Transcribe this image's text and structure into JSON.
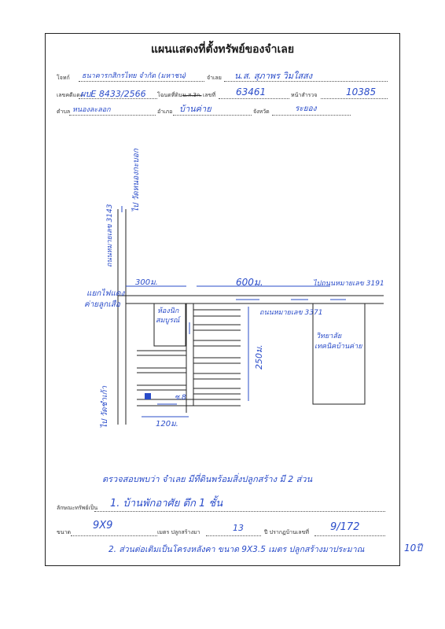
{
  "title": "แผนแสดงที่ตั้งทรัพย์ของจำเลย",
  "header": {
    "plaintiff_label": "โจทก์",
    "plaintiff_value": "ธนาคารกสิกรไทย จำกัด (มหาชน)",
    "defendant_label": "จำเลย",
    "defendant_value": "น.ส. สุภาพร วิมใสสง",
    "case_label": "เลขคดีแดง",
    "case_value": "ผบE 8433/2566",
    "deed_type_label": "โฉนดที่ดิน",
    "deed_type_struck": "น.ส.3ก.",
    "deed_no_label": "เลขที่",
    "deed_no_value": "63461",
    "survey_page_label": "หน้าสำรวจ",
    "survey_page_value": "10385",
    "subdistrict_label": "ตำบล",
    "subdistrict_value": "หนองละลอก",
    "district_label": "อำเภอ",
    "district_value": "บ้านค่าย",
    "province_label": "จังหวัด",
    "province_value": "ระยอง"
  },
  "map": {
    "road_north": "ไป วัดหนองกะบอก",
    "road_vertical_left": "ถนนหมายเลข 3143",
    "road_east": "ไปถนนหมายเลข 3191",
    "junction_label_1": "แยกไฟแดง",
    "junction_label_2": "ค่ายลูกเสือ",
    "road_south": "ไป วัดชำเก้า",
    "road_inner": "ถนนหมายเลข 3371",
    "store_1": "ห้องนิก",
    "store_2": "สมบูรณ์",
    "college_1": "วิทยาลัย",
    "college_2": "เทคนิคบ้านค่าย",
    "dist_300": "300ม.",
    "dist_600": "600ม.",
    "dist_250": "250ม.",
    "dist_120": "120ม.",
    "lane_label": "ซ.8"
  },
  "footer": {
    "verified_text": "ตรวจสอบพบว่า จำเลย มีที่ดินพร้อมสิ่งปลูกสร้าง มี 2 ส่วน",
    "property_type_label": "ลักษณะทรัพย์เป็น",
    "property_type_value": "1. บ้านพักอาศัย ตึก 1 ชั้น",
    "size_label": "ขนาด",
    "size_value": "9X9",
    "size_unit_label": "เมตร ปลูกสร้างมา",
    "age_value": "13",
    "house_no_label": "ปี ปรากฏบ้านเลขที่",
    "house_no_value": "9/172",
    "note_value": "2. ส่วนต่อเติมเป็นโครงหลังคา ขนาด 9X3.5 เมตร ปลูกสร้างมาประมาณ",
    "note_years": "10ปี"
  }
}
